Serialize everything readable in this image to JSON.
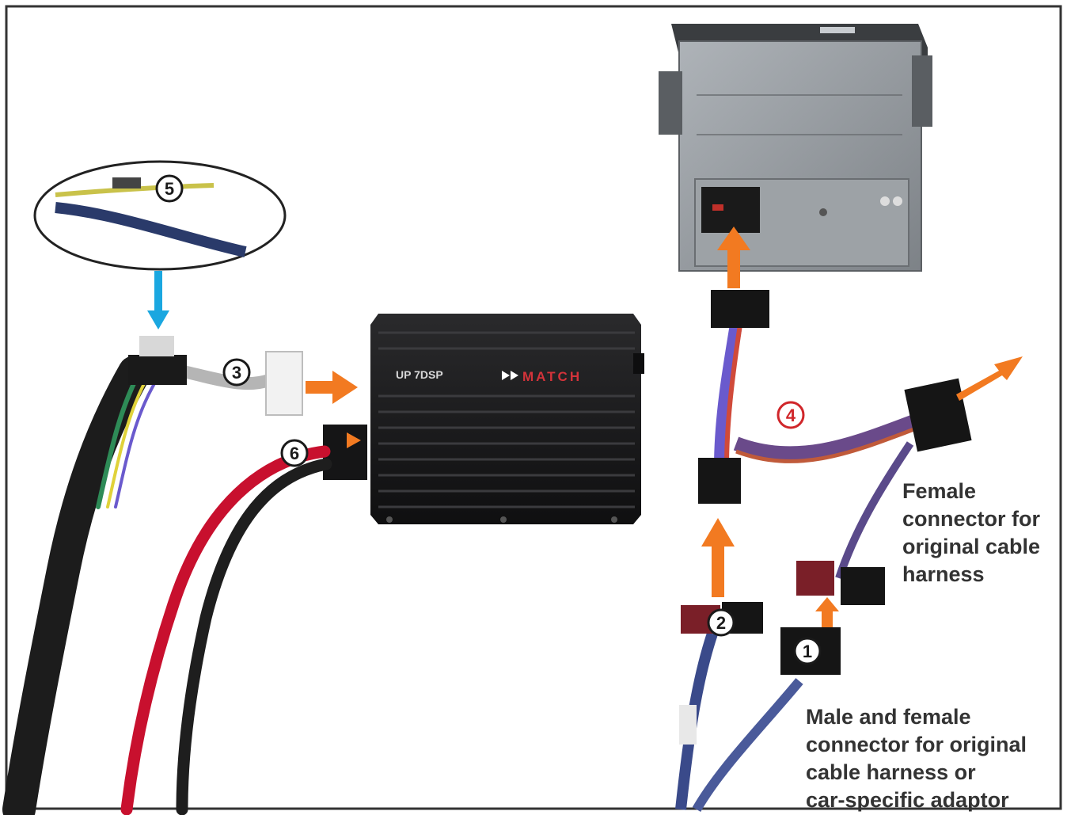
{
  "markers": {
    "m1": "1",
    "m2": "2",
    "m3": "3",
    "m4": "4",
    "m5": "5",
    "m6": "6"
  },
  "device": {
    "model_label": "UP 7DSP",
    "brand_label": "MATCH"
  },
  "labels": {
    "female_connector": [
      "Female",
      "connector for",
      "original cable",
      "harness"
    ],
    "male_female_connector": [
      "Male and female",
      "connector for original",
      "cable harness or",
      "car-specific adaptor"
    ]
  },
  "colors": {
    "arrow_orange": "#f27a21",
    "arrow_blue": "#1aa7e0",
    "marker_red": "#d0262a",
    "device_black": "#1c1c1e",
    "head_unit_gray": "#8a8f94",
    "frame": "#333333"
  }
}
